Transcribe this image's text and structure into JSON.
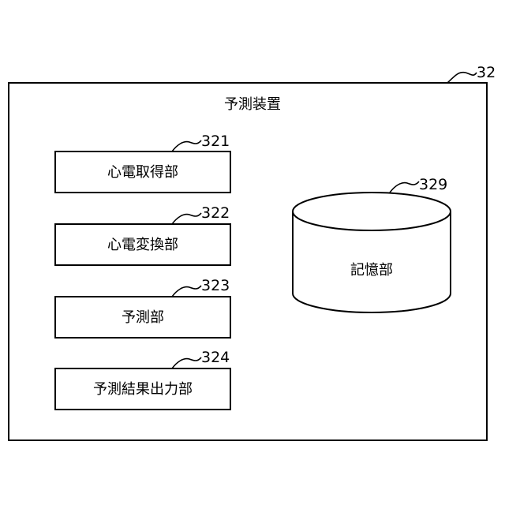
{
  "diagram": {
    "outer_ref": "32",
    "title": "予測装置",
    "units": [
      {
        "ref": "321",
        "label": "心電取得部"
      },
      {
        "ref": "322",
        "label": "心電変換部"
      },
      {
        "ref": "323",
        "label": "予測部"
      },
      {
        "ref": "324",
        "label": "予測結果出力部"
      }
    ],
    "storage": {
      "ref": "329",
      "label": "記憶部"
    }
  }
}
